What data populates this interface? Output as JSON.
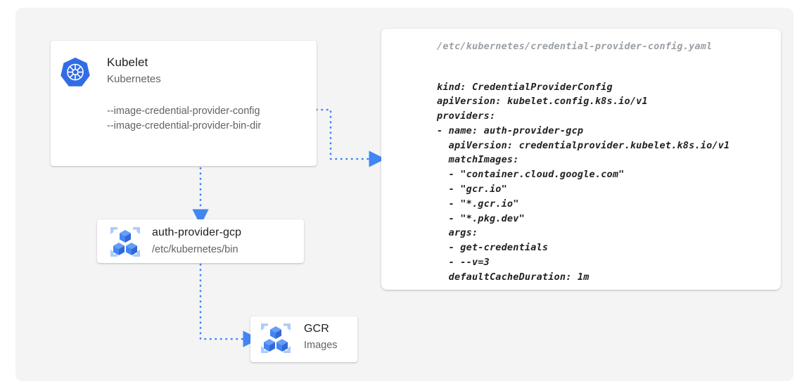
{
  "theme": {
    "page_background": "#ffffff",
    "panel_background": "#f4f4f4",
    "card_background": "#ffffff",
    "accent_blue": "#4285f4",
    "icon_light_blue": "#aecbfa",
    "kubernetes_blue": "#326ce5",
    "title_color": "#202124",
    "muted_color": "#5f6368",
    "yaml_header_color": "#9aa0a6"
  },
  "nodes": {
    "kubelet": {
      "title": "Kubelet",
      "subtitle": "Kubernetes",
      "icon": "kubernetes-helm-icon",
      "flags": [
        "--image-credential-provider-config",
        "--image-credential-provider-bin-dir"
      ]
    },
    "auth_provider": {
      "title": "auth-provider-gcp",
      "subtitle": "/etc/kubernetes/bin",
      "icon": "gcp-container-registry-icon"
    },
    "gcr": {
      "title": "GCR",
      "subtitle": "Images",
      "icon": "gcp-container-registry-icon"
    }
  },
  "yaml_panel": {
    "filename": "/etc/kubernetes/credential-provider-config.yaml",
    "lines": [
      "kind: CredentialProviderConfig",
      "apiVersion: kubelet.config.k8s.io/v1",
      "providers:",
      "- name: auth-provider-gcp",
      "  apiVersion: credentialprovider.kubelet.k8s.io/v1",
      "  matchImages:",
      "  - \"container.cloud.google.com\"",
      "  - \"gcr.io\"",
      "  - \"*.gcr.io\"",
      "  - \"*.pkg.dev\"",
      "  args:",
      "  - get-credentials",
      "  - --v=3",
      "  defaultCacheDuration: 1m"
    ]
  },
  "connectors": [
    {
      "name": "kubelet-config-flag-to-yaml",
      "from": "kubelet",
      "to": "yaml-panel",
      "style": "dotted",
      "arrowhead": true
    },
    {
      "name": "kubelet-to-auth-provider",
      "from": "kubelet",
      "to": "auth-provider",
      "style": "dotted",
      "arrowhead": true
    },
    {
      "name": "auth-provider-to-gcr",
      "from": "auth-provider",
      "to": "gcr",
      "style": "dotted",
      "arrowhead": true
    }
  ]
}
